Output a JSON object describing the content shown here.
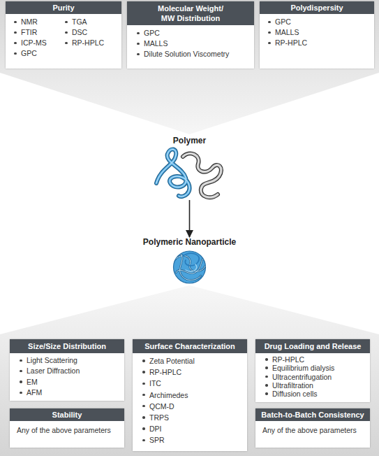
{
  "diagram": {
    "nodes": [
      {
        "text": [
          "Purity",
          "NMR",
          "FTIR",
          "ICP-MS",
          "GPC",
          "TGA",
          "DSC",
          "RP-HPLC"
        ]
      },
      {
        "text": [
          "Molecular Weight/ MW Distribution",
          "GPC",
          "MALLS",
          "Dilute Solution Viscometry"
        ]
      },
      {
        "text": [
          "Polydispersity",
          "GPC",
          "MALLS",
          "RP-HPLC"
        ]
      },
      {
        "text": [
          "Polymer"
        ]
      },
      {
        "text": [
          "Polymeric Nanoparticle"
        ]
      },
      {
        "text": [
          "Size/Size Distribution",
          "Light Scattering",
          "Laser Diffraction",
          "EM",
          "AFM"
        ]
      },
      {
        "text": [
          "Surface Characterization",
          "Zeta Potential",
          "RP-HPLC",
          "ITC",
          "Archimedes",
          "QCM-D",
          "TRPS",
          "DPI",
          "SPR"
        ]
      },
      {
        "text": [
          "Drug Loading and Release",
          "RP-HPLC",
          "Equilibrium dialysis",
          "Ultracentrifugation",
          "Ultrafiltration",
          "Diffusion cells"
        ]
      },
      {
        "text": [
          "Stability",
          "Any of the above parameters"
        ]
      },
      {
        "text": [
          "Batch-to-Batch Consistency",
          "Any of the above parameters"
        ]
      }
    ],
    "edges": [
      {
        "from": 3,
        "to": 4,
        "arrow": "to"
      }
    ]
  }
}
